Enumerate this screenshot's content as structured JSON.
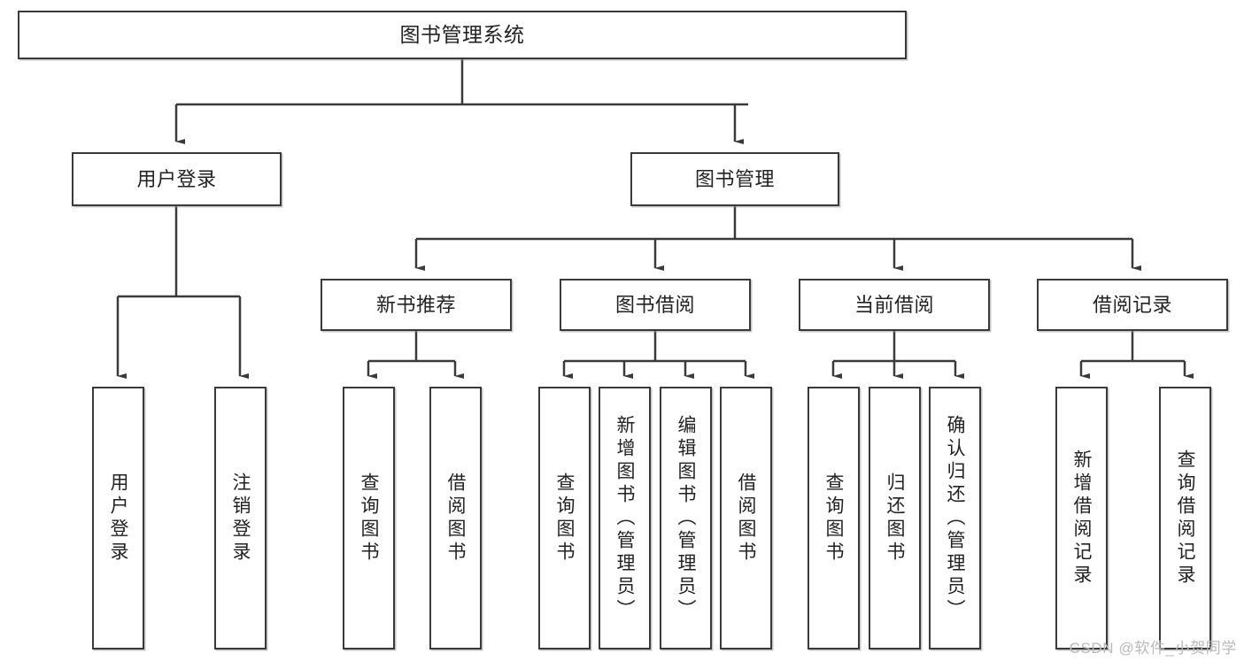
{
  "diagram": {
    "title": "图书管理系统",
    "type": "tree",
    "stroke_color": "#3a3a3a",
    "text_color": "#222222",
    "background": "#ffffff"
  },
  "root": {
    "label": "图书管理系统"
  },
  "level2": [
    {
      "label": "用户登录"
    },
    {
      "label": "图书管理"
    }
  ],
  "level3": [
    {
      "label": "新书推荐"
    },
    {
      "label": "图书借阅"
    },
    {
      "label": "当前借阅"
    },
    {
      "label": "借阅记录"
    }
  ],
  "leaves": {
    "user_login": [
      {
        "label": "用户登录"
      },
      {
        "label": "注销登录"
      }
    ],
    "new_book_recommend": [
      {
        "label": "查询图书"
      },
      {
        "label": "借阅图书"
      }
    ],
    "book_borrow": [
      {
        "label": "查询图书"
      },
      {
        "label": "新增图书（管理员）"
      },
      {
        "label": "编辑图书（管理员）"
      },
      {
        "label": "借阅图书"
      }
    ],
    "current_borrow": [
      {
        "label": "查询图书"
      },
      {
        "label": "归还图书"
      },
      {
        "label": "确认归还（管理员）"
      }
    ],
    "borrow_record": [
      {
        "label": "新增借阅记录"
      },
      {
        "label": "查询借阅记录"
      }
    ]
  },
  "watermark": {
    "text": "CSDN @软件_小贺同学"
  }
}
